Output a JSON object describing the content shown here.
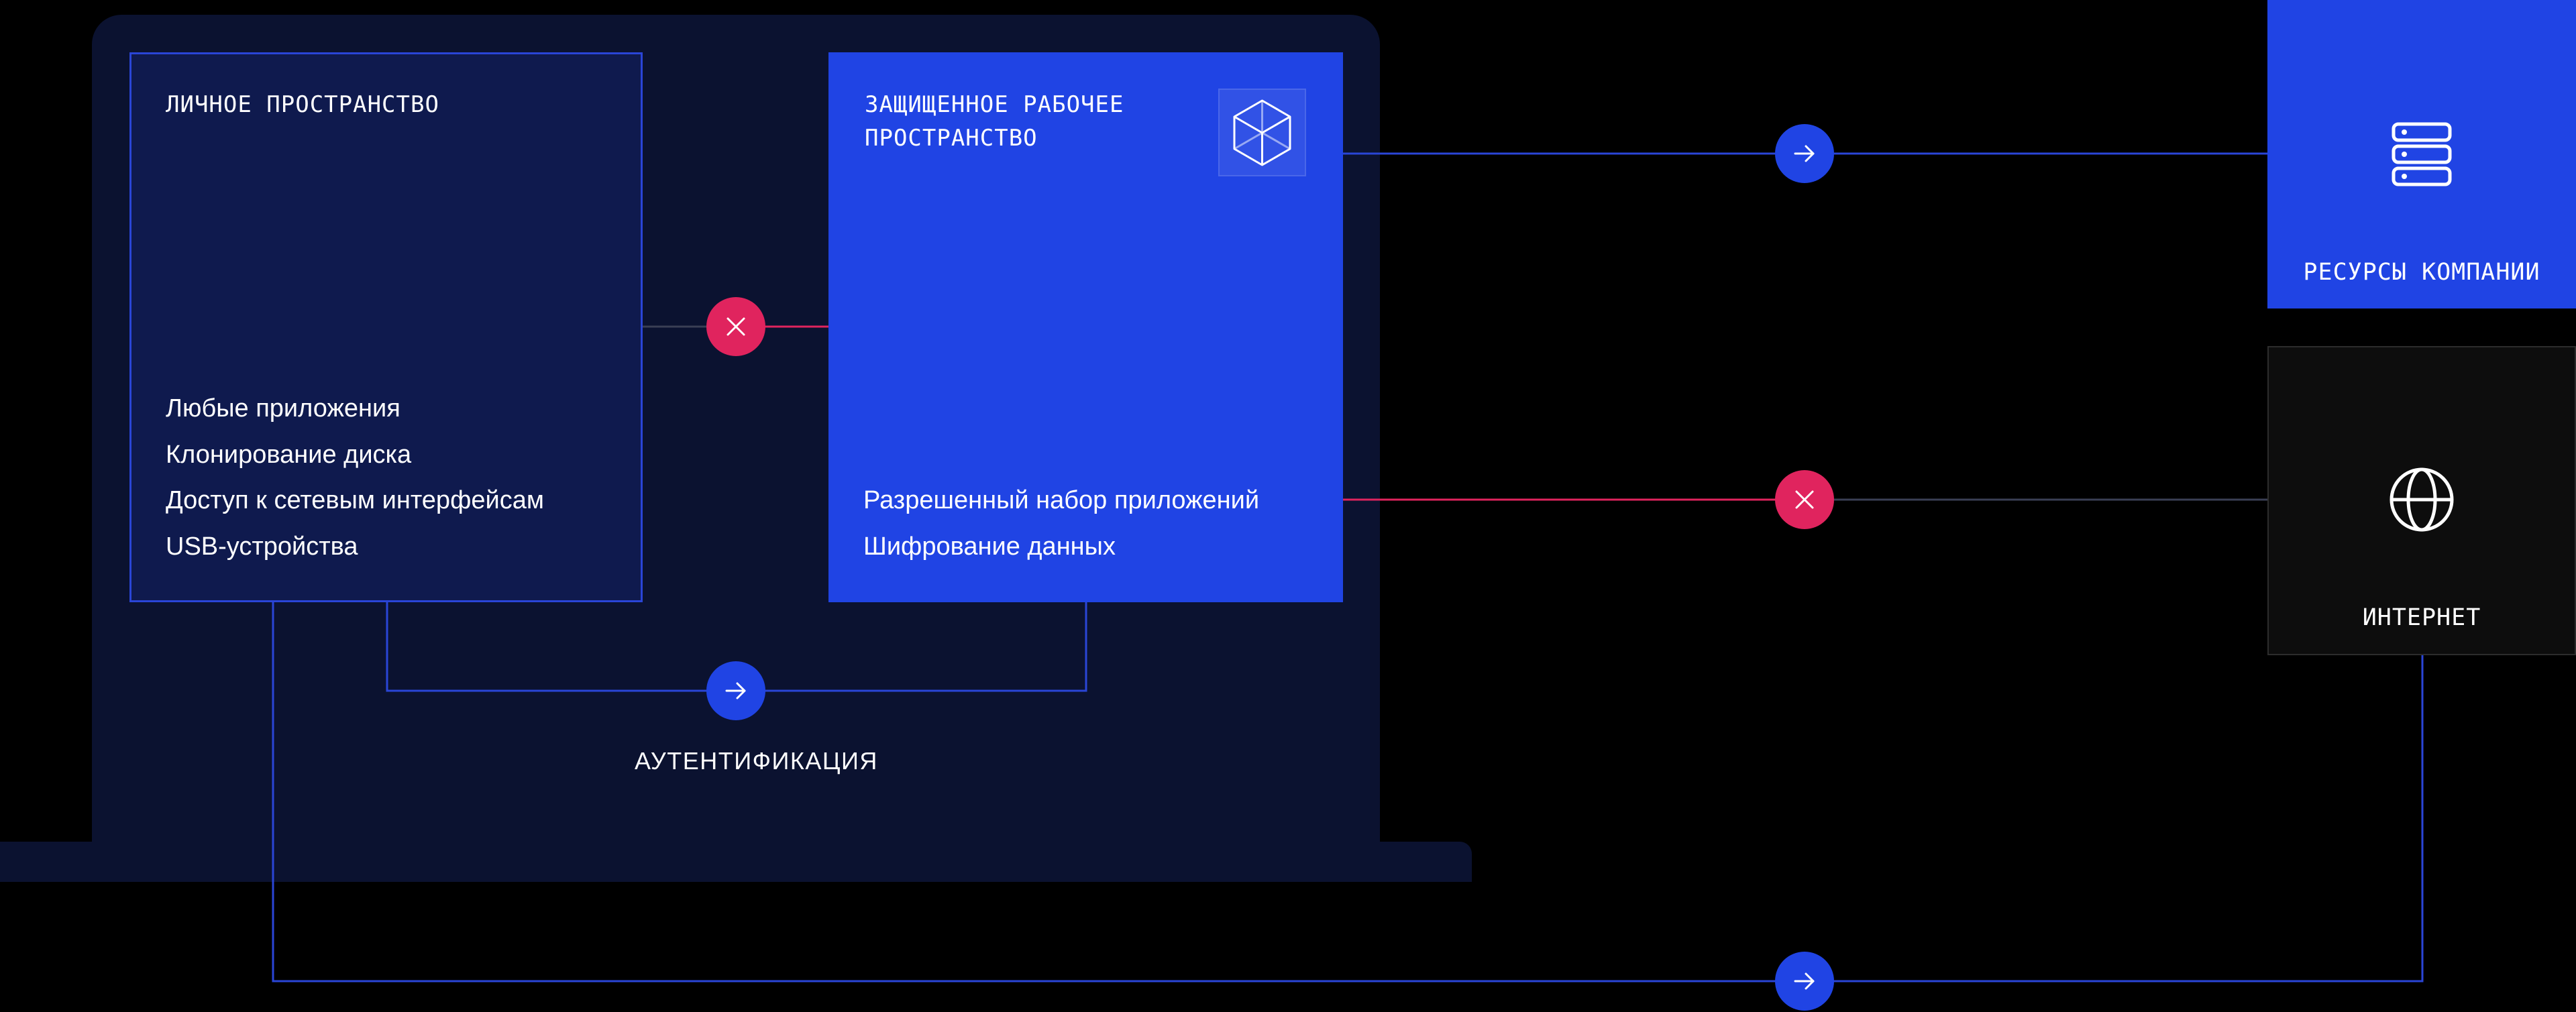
{
  "personal_space": {
    "title": "ЛИЧНОЕ ПРОСТРАНСТВО",
    "features": [
      "Любые приложения",
      "Клонирование диска",
      "Доступ к сетевым  интерфейсам",
      "USB-устройства"
    ]
  },
  "secure_workspace": {
    "title_line1": "ЗАЩИЩЕННОЕ РАБОЧЕЕ",
    "title_line2": "ПРОСТРАНСТВО",
    "icon": "cube-icon",
    "features": [
      "Разрешенный набор приложений",
      "Шифрование данных"
    ]
  },
  "company_resources": {
    "label": "РЕСУРСЫ КОМПАНИИ",
    "icon": "server-icon"
  },
  "internet": {
    "label": "ИНТЕРНЕТ",
    "icon": "globe-icon"
  },
  "authentication": {
    "label": "АУТЕНТИФИКАЦИЯ"
  },
  "connections": [
    {
      "from": "personal_space",
      "to": "secure_workspace",
      "status": "blocked",
      "icon": "close-icon"
    },
    {
      "from": "secure_workspace",
      "to": "company_resources",
      "status": "allowed",
      "icon": "arrow-right-icon"
    },
    {
      "from": "secure_workspace",
      "to": "internet",
      "status": "blocked",
      "icon": "close-icon"
    },
    {
      "from": "personal_space",
      "to": "secure_workspace",
      "via": "authentication",
      "status": "allowed",
      "icon": "arrow-right-icon"
    },
    {
      "from": "personal_space",
      "to": "internet",
      "status": "allowed",
      "icon": "arrow-right-icon"
    }
  ],
  "colors": {
    "background": "#000000",
    "laptop": "#0b1230",
    "personal_fill": "#0f1a4e",
    "accent_blue": "#2044e4",
    "deny_red": "#e0245e",
    "line_blue": "#2a45d6",
    "line_gray": "#3a3f55"
  }
}
